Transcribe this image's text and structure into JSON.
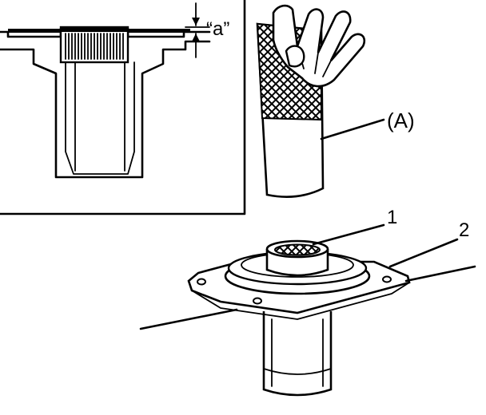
{
  "figure": {
    "clearance_label": "“a”",
    "tool_label": "(A)",
    "part_1_label": "1",
    "part_2_label": "2"
  }
}
